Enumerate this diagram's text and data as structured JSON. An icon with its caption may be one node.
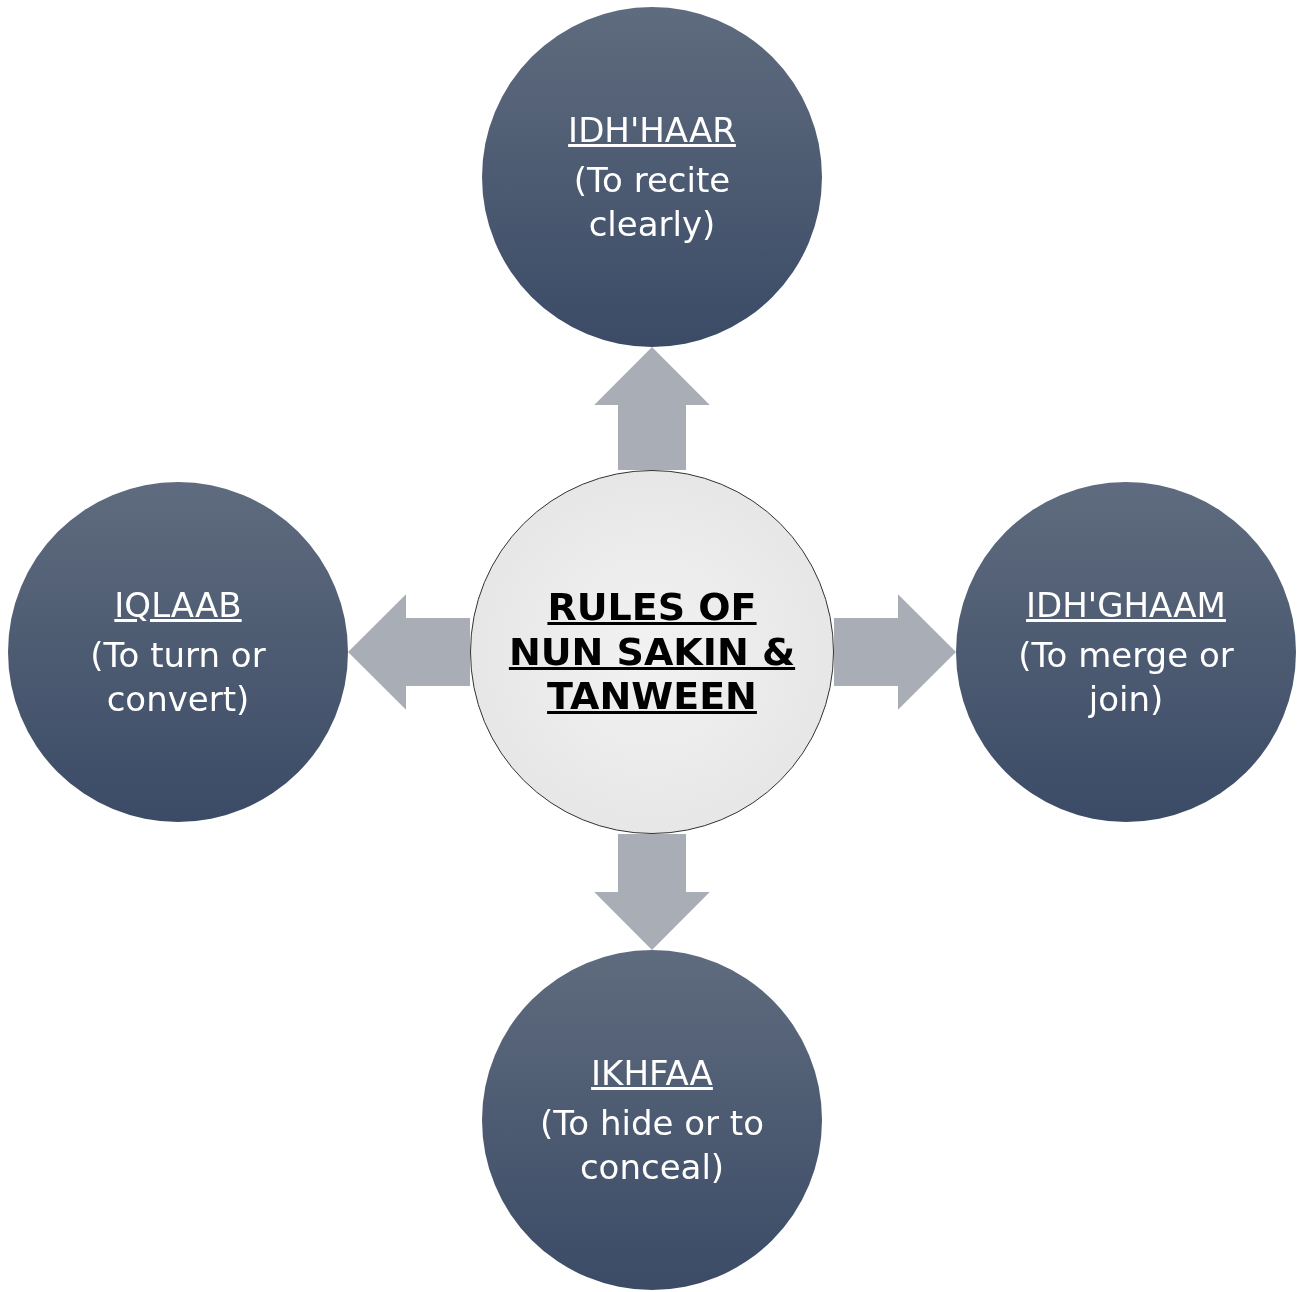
{
  "diagram": {
    "nodes": [
      {
        "text": [
          "IDH'HAAR",
          "(To recite clearly)"
        ]
      },
      {
        "text": [
          "IQLAAB",
          "(To turn or convert)"
        ]
      },
      {
        "text": [
          "RULES OF NUN SAKIN & TANWEEN"
        ]
      },
      {
        "text": [
          "IDH'GHAAM",
          "(To merge or join)"
        ]
      },
      {
        "text": [
          "IKHFAA",
          "(To hide or to conceal)"
        ]
      }
    ],
    "edges": [
      {
        "from": 2,
        "to": 0,
        "arrow": "to",
        "style": "thick"
      },
      {
        "from": 2,
        "to": 1,
        "arrow": "to",
        "style": "thick"
      },
      {
        "from": 2,
        "to": 3,
        "arrow": "to",
        "style": "thick"
      },
      {
        "from": 2,
        "to": 4,
        "arrow": "to",
        "style": "thick"
      }
    ]
  }
}
